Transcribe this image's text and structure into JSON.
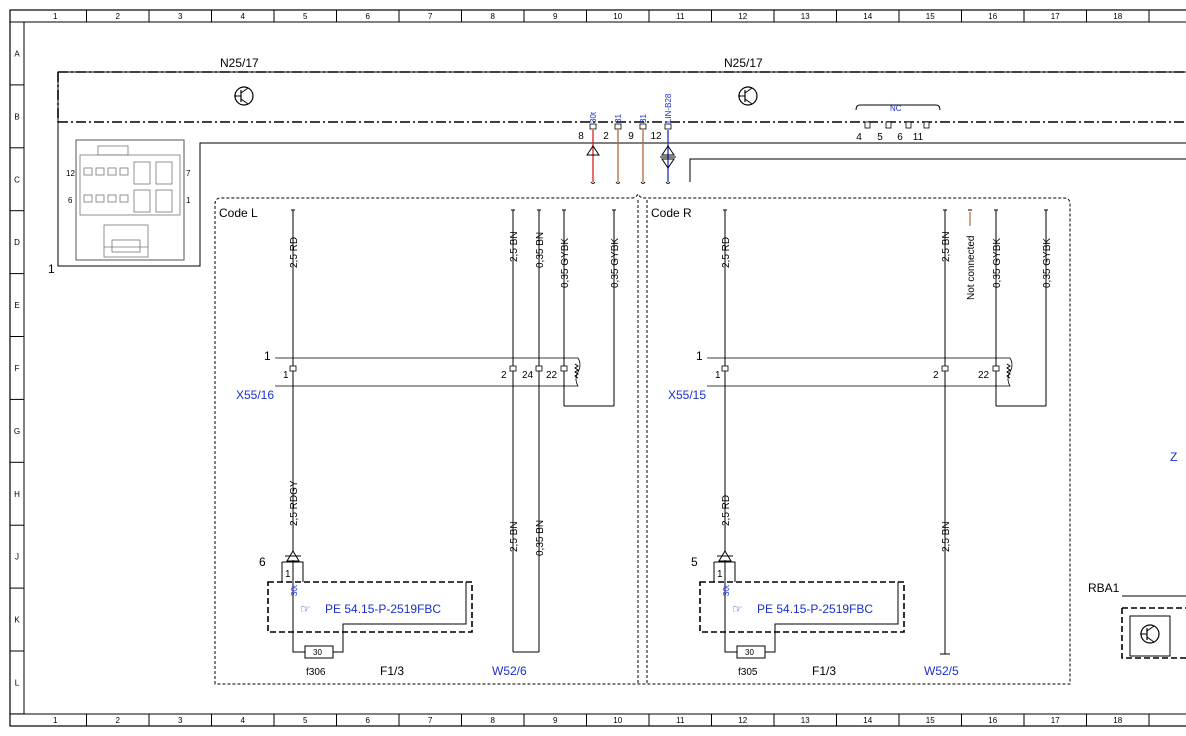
{
  "grid": {
    "columns": [
      "1",
      "2",
      "3",
      "4",
      "5",
      "6",
      "7",
      "8",
      "9",
      "10",
      "11",
      "12",
      "13",
      "14",
      "15",
      "16",
      "17",
      "18"
    ],
    "rows": [
      "A",
      "B",
      "C",
      "D",
      "E",
      "F",
      "G",
      "H",
      "J",
      "K",
      "L"
    ]
  },
  "components": {
    "n25_left": "N25/17",
    "n25_right": "N25/17",
    "connector_item": "1",
    "connector_pin_12": "12",
    "connector_pin_7": "7",
    "connector_pin_6": "6",
    "connector_pin_1": "1",
    "nc": "NC",
    "rba": "RBA1",
    "z_partial": "Z"
  },
  "top_pins": [
    {
      "num": "8",
      "label": "30t"
    },
    {
      "num": "2",
      "label": "31"
    },
    {
      "num": "9",
      "label": "31"
    },
    {
      "num": "12",
      "label": "LIN-B28"
    }
  ],
  "nc_pins": [
    "4",
    "5",
    "6",
    "11"
  ],
  "colors": {
    "red": "#d8231f",
    "brown": "#b26a3c",
    "blue": "#1a2fd0",
    "black": "#000000"
  },
  "left": {
    "code": "Code L",
    "wires": [
      "2,5 RD",
      "2,5 BN",
      "0,35 BN",
      "0,35 GYBK",
      "0,35 GYBK"
    ],
    "connector": "X55/16",
    "connector_num": "1",
    "pins": [
      "1",
      "2",
      "24",
      "22"
    ],
    "lower_wires": [
      "2,5 RDGY",
      "2,5 BN",
      "0,35 BN"
    ],
    "fuse_num": "6",
    "fuse_pin": "1",
    "fuse_pin_label": "30t",
    "ref_icon": "☞",
    "ref": "PE 54.15-P-2519FBC",
    "fuse_value": "30",
    "fuse_id": "f306",
    "fuse_block": "F1/3",
    "ground": "W52/6"
  },
  "right": {
    "code": "Code R",
    "wires": [
      "2,5 RD",
      "2,5 BN",
      "Not connected",
      "0,35 GYBK",
      "0,35 GYBK"
    ],
    "connector": "X55/15",
    "connector_num": "1",
    "pins": [
      "1",
      "2",
      "22"
    ],
    "lower_wires": [
      "2,5 RD",
      "2,5 BN"
    ],
    "fuse_num": "5",
    "fuse_pin": "1",
    "fuse_pin_label": "30t",
    "ref_icon": "☞",
    "ref": "PE 54.15-P-2519FBC",
    "fuse_value": "30",
    "fuse_id": "f305",
    "fuse_block": "F1/3",
    "ground": "W52/5"
  }
}
